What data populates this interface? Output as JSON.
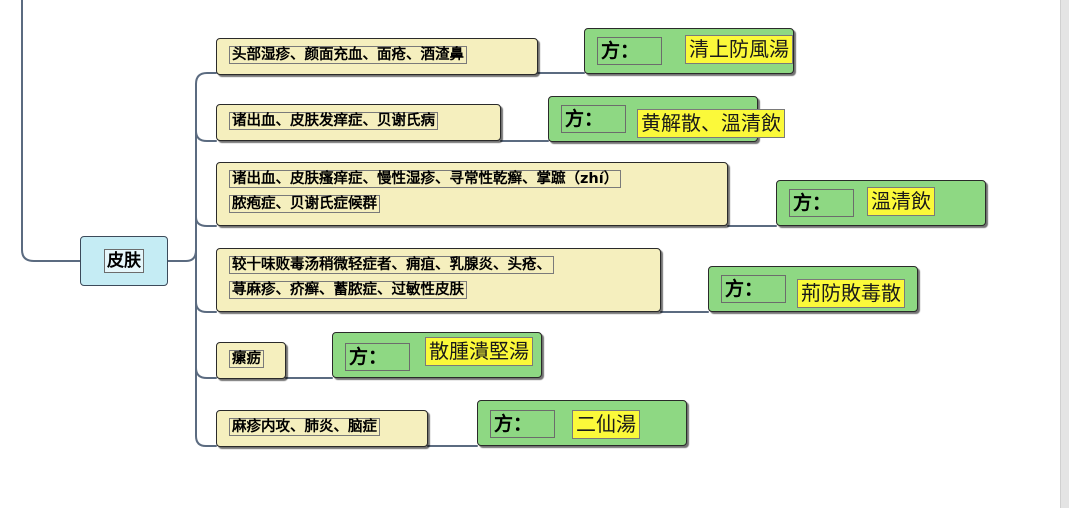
{
  "root": {
    "label": "皮肤"
  },
  "formula_prefix": "方：",
  "branches": [
    {
      "symptoms": [
        "头部湿疹、颜面充血、面疮、酒渣鼻"
      ],
      "formula": "清上防風湯"
    },
    {
      "symptoms": [
        "诸出血、皮肤发痒症、贝谢氏病"
      ],
      "formula": "黄解散、溫清飲"
    },
    {
      "symptoms": [
        "诸出血、皮肤瘙痒症、慢性湿疹、寻常性乾癣、掌蹠（zhí）",
        "脓疱症、贝谢氏症候群"
      ],
      "formula": "溫清飲"
    },
    {
      "symptoms": [
        "较十味败毒汤稍微轻症者、痈疽、乳腺炎、头疮、",
        "荨麻疹、疥癣、蓄脓症、过敏性皮肤"
      ],
      "formula": "荊防敗毒散"
    },
    {
      "symptoms": [
        "瘰疬"
      ],
      "formula": "散腫潰堅湯"
    },
    {
      "symptoms": [
        "麻疹内攻、肺炎、脑症"
      ],
      "formula": "二仙湯"
    }
  ],
  "colors": {
    "root_fill": "#c5ecf4",
    "topic_fill": "#f5efbe",
    "formula_fill": "#8ed883",
    "highlight": "#fbf93a",
    "connector": "#5b6b80"
  }
}
